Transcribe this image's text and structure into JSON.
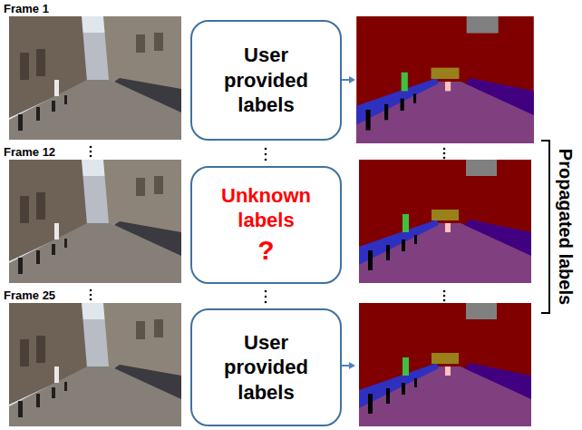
{
  "diagram": {
    "nodes": [
      {
        "text": [
          "User provided labels"
        ]
      },
      {
        "text": [
          "Unknown labels",
          "?"
        ]
      },
      {
        "text": [
          "User provided labels"
        ]
      }
    ],
    "labels": [
      "Frame 1",
      "Frame 12",
      "Frame 25",
      "Propagated labels"
    ]
  }
}
